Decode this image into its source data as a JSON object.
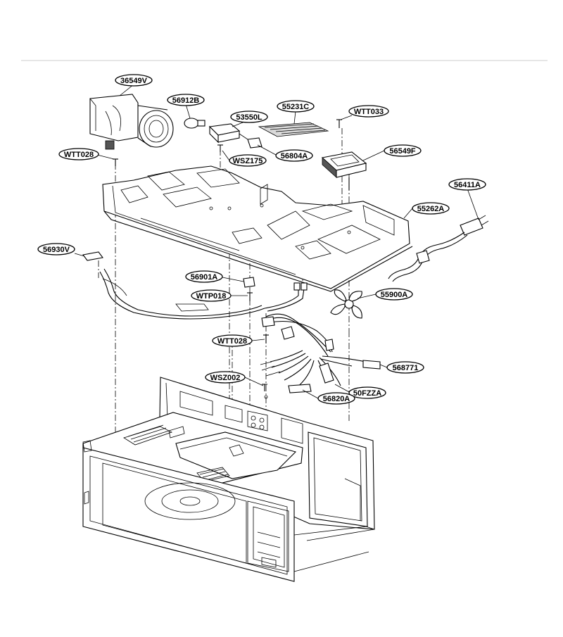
{
  "diagram": {
    "part_labels": [
      {
        "id": "36549V"
      },
      {
        "id": "56912B"
      },
      {
        "id": "53550L"
      },
      {
        "id": "55231C"
      },
      {
        "id": "WTT033"
      },
      {
        "id": "56804A"
      },
      {
        "id": "56549F"
      },
      {
        "id": "WTT028"
      },
      {
        "id": "WSZ175"
      },
      {
        "id": "56411A"
      },
      {
        "id": "55262A"
      },
      {
        "id": "56930V"
      },
      {
        "id": "56901A"
      },
      {
        "id": "55900A"
      },
      {
        "id": "WTP018"
      },
      {
        "id": "WTT028"
      },
      {
        "id": "568771"
      },
      {
        "id": "WSZ002"
      },
      {
        "id": "50FZZA"
      },
      {
        "id": "56820A"
      }
    ]
  }
}
